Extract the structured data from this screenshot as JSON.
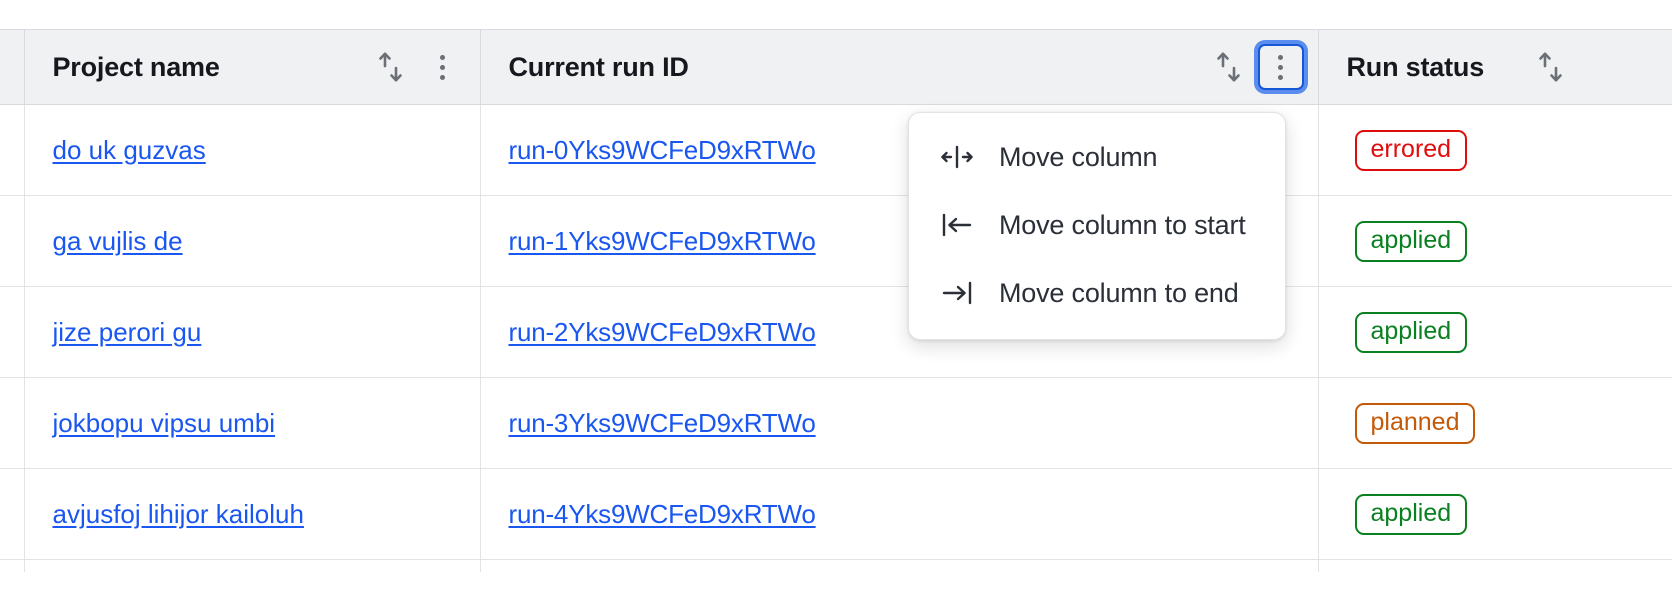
{
  "table": {
    "columns": [
      {
        "id": "gutter",
        "label": "",
        "sortable": false,
        "has_menu": false
      },
      {
        "id": "project",
        "label": "Project name",
        "sortable": true,
        "has_menu": true,
        "menu_focused": false
      },
      {
        "id": "runid",
        "label": "Current run ID",
        "sortable": true,
        "has_menu": true,
        "menu_focused": true
      },
      {
        "id": "status",
        "label": "Run status",
        "sortable": true,
        "has_menu": false,
        "menu_focused": false
      }
    ],
    "rows": [
      {
        "project": "do uk guzvas",
        "run_id": "run-0Yks9WCFeD9xRTWo",
        "status": "errored",
        "status_kind": "errored"
      },
      {
        "project": "ga vujlis de",
        "run_id": "run-1Yks9WCFeD9xRTWo",
        "status": "applied",
        "status_kind": "applied"
      },
      {
        "project": "jize perori gu",
        "run_id": "run-2Yks9WCFeD9xRTWo",
        "status": "applied",
        "status_kind": "applied"
      },
      {
        "project": "jokbopu vipsu umbi",
        "run_id": "run-3Yks9WCFeD9xRTWo",
        "status": "planned",
        "status_kind": "planned"
      },
      {
        "project": "avjusfoj lihijor kailoluh",
        "run_id": "run-4Yks9WCFeD9xRTWo",
        "status": "applied",
        "status_kind": "applied"
      }
    ]
  },
  "column_menu": {
    "open_for_column": "Current run ID",
    "items": [
      {
        "label": "Move column",
        "icon": "move-column-icon"
      },
      {
        "label": "Move column to start",
        "icon": "move-column-to-start-icon"
      },
      {
        "label": "Move column to end",
        "icon": "move-column-to-end-icon"
      }
    ]
  },
  "icons": {
    "sort": "sort-icon",
    "kebab": "column-menu-icon"
  },
  "colors": {
    "link": "#1a56f0",
    "header_bg": "#f0f1f3",
    "border": "#e2e3e6",
    "focus_ring": "#5b8def",
    "errored": "#e00d0d",
    "applied": "#0a8020",
    "planned": "#c35a09"
  }
}
